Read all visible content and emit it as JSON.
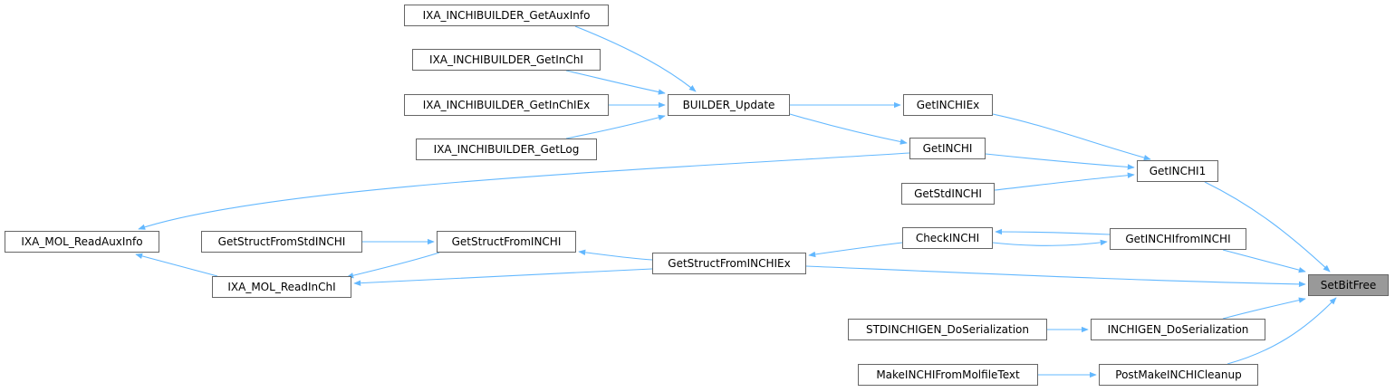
{
  "graph": {
    "edge_color": "#63b8ff",
    "node_border_color": "#666666",
    "focus_fill_color": "#999999",
    "nodes": [
      {
        "id": "setbitfree",
        "label": "SetBitFree"
      },
      {
        "id": "getinchi1",
        "label": "GetINCHI1"
      },
      {
        "id": "getinchiex",
        "label": "GetINCHIEx"
      },
      {
        "id": "getinchi",
        "label": "GetINCHI"
      },
      {
        "id": "getstdinchi",
        "label": "GetStdINCHI"
      },
      {
        "id": "builder_update",
        "label": "BUILDER_Update"
      },
      {
        "id": "ixa_getauxinfo",
        "label": "IXA_INCHIBUILDER_GetAuxInfo"
      },
      {
        "id": "ixa_getinchi",
        "label": "IXA_INCHIBUILDER_GetInChI"
      },
      {
        "id": "ixa_getinchiex",
        "label": "IXA_INCHIBUILDER_GetInChIEx"
      },
      {
        "id": "ixa_getlog",
        "label": "IXA_INCHIBUILDER_GetLog"
      },
      {
        "id": "ixa_mol_readauxinfo",
        "label": "IXA_MOL_ReadAuxInfo"
      },
      {
        "id": "checkinchi",
        "label": "CheckINCHI"
      },
      {
        "id": "getinchifrominchi",
        "label": "GetINCHIfromINCHI"
      },
      {
        "id": "getstructfrominchiex",
        "label": "GetStructFromINCHIEx"
      },
      {
        "id": "getstructfrominchi",
        "label": "GetStructFromINCHI"
      },
      {
        "id": "getstructfromstdinchi",
        "label": "GetStructFromStdINCHI"
      },
      {
        "id": "ixa_mol_readinchi",
        "label": "IXA_MOL_ReadInChI"
      },
      {
        "id": "inchigen_doserialization",
        "label": "INCHIGEN_DoSerialization"
      },
      {
        "id": "stdinchigen_doserialization",
        "label": "STDINCHIGEN_DoSerialization"
      },
      {
        "id": "postmakeinchicleanup",
        "label": "PostMakeINCHICleanup"
      },
      {
        "id": "makeinchifrommolfiletext",
        "label": "MakeINCHIFromMolfileText"
      }
    ],
    "edges": [
      {
        "from": "getinchi1",
        "to": "setbitfree"
      },
      {
        "from": "getinchifrominchi",
        "to": "setbitfree"
      },
      {
        "from": "getstructfrominchiex",
        "to": "setbitfree"
      },
      {
        "from": "inchigen_doserialization",
        "to": "setbitfree"
      },
      {
        "from": "postmakeinchicleanup",
        "to": "setbitfree"
      },
      {
        "from": "getinchiex",
        "to": "getinchi1"
      },
      {
        "from": "getinchi",
        "to": "getinchi1"
      },
      {
        "from": "getstdinchi",
        "to": "getinchi1"
      },
      {
        "from": "builder_update",
        "to": "getinchiex"
      },
      {
        "from": "builder_update",
        "to": "getinchi"
      },
      {
        "from": "ixa_getauxinfo",
        "to": "builder_update"
      },
      {
        "from": "ixa_getinchi",
        "to": "builder_update"
      },
      {
        "from": "ixa_getinchiex",
        "to": "builder_update"
      },
      {
        "from": "ixa_getlog",
        "to": "builder_update"
      },
      {
        "from": "getinchi",
        "to": "ixa_mol_readauxinfo"
      },
      {
        "from": "getinchifrominchi",
        "to": "checkinchi"
      },
      {
        "from": "checkinchi",
        "to": "getinchifrominchi"
      },
      {
        "from": "checkinchi",
        "to": "getstructfrominchiex"
      },
      {
        "from": "getstructfrominchiex",
        "to": "getstructfrominchi"
      },
      {
        "from": "getstructfrominchiex",
        "to": "ixa_mol_readinchi"
      },
      {
        "from": "getstructfromstdinchi",
        "to": "getstructfrominchi"
      },
      {
        "from": "getstructfrominchi",
        "to": "ixa_mol_readinchi"
      },
      {
        "from": "ixa_mol_readinchi",
        "to": "ixa_mol_readauxinfo"
      },
      {
        "from": "stdinchigen_doserialization",
        "to": "inchigen_doserialization"
      },
      {
        "from": "makeinchifrommolfiletext",
        "to": "postmakeinchicleanup"
      }
    ]
  }
}
